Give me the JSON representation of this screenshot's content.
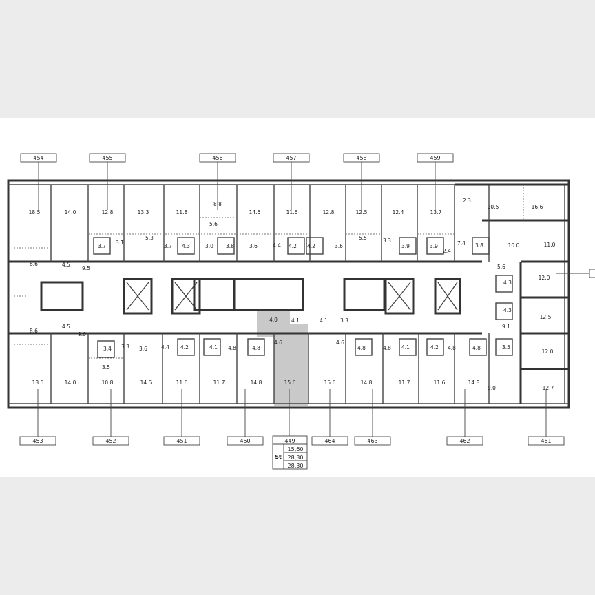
{
  "highlight_color": "#c9c9c9",
  "apartments_top": [
    "454",
    "455",
    "456",
    "457",
    "458",
    "459"
  ],
  "apartments_bottom": [
    "453",
    "452",
    "451",
    "450",
    "449",
    "464",
    "463",
    "462",
    "461"
  ],
  "selected_apartment": {
    "number": "449",
    "type_label": "St",
    "values": [
      "15,60",
      "28,30",
      "28,30"
    ]
  },
  "rooms_top": [
    "18.5",
    "14.0",
    "12.8",
    "13.3",
    "11.8",
    "8.8",
    "14.5",
    "11.6",
    "12.8",
    "12.5",
    "12.4",
    "13.7",
    "2.3",
    "10.5",
    "16.6",
    "5.6",
    "5.3",
    "3.7",
    "3.1",
    "3.7",
    "4.3",
    "3.0",
    "3.8",
    "3.6",
    "4.4",
    "4.2",
    "4.2",
    "3.6",
    "5.5",
    "3.3",
    "3.9",
    "3.9",
    "2.4",
    "7.4",
    "3.8",
    "10.0",
    "11.0",
    "5.6",
    "12.0",
    "8.6",
    "4.5",
    "9.5"
  ],
  "rooms_right": [
    "4.3",
    "4.3",
    "12.5",
    "9.1",
    "12.0",
    "3.5",
    "9.0",
    "12.7"
  ],
  "rooms_lower": [
    "8.6",
    "4.5",
    "9.6",
    "3.4",
    "3.3",
    "3.5",
    "3.6",
    "4.4",
    "4.2",
    "4.1",
    "4.8",
    "4.8",
    "4.0",
    "4.1",
    "4.6",
    "4.1",
    "3.3",
    "4.6",
    "4.8",
    "4.8",
    "4.1",
    "4.2",
    "4.8",
    "4.8"
  ],
  "rooms_bottom": [
    "18.5",
    "14.0",
    "10.8",
    "14.5",
    "11.6",
    "11.7",
    "14.8",
    "15.6",
    "15.6",
    "14.8",
    "11.7",
    "11.6",
    "14.8"
  ]
}
